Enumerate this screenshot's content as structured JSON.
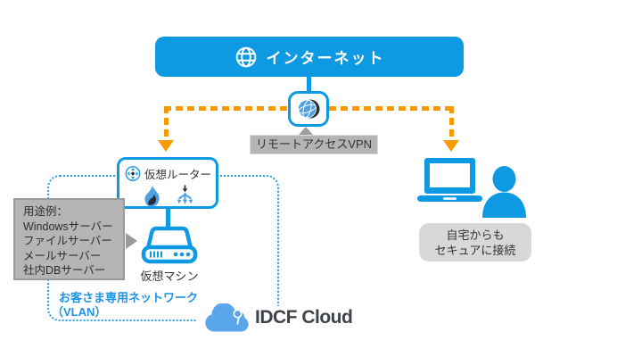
{
  "diagram": {
    "internet_label": "インターネット",
    "vpn_label": "リモートアクセスVPN",
    "router_label": "仮想ルーター",
    "vm_label": "仮想マシン",
    "usage": {
      "title": "用途例：",
      "item1": "Windowsサーバー",
      "item2": "ファイルサーバー",
      "item3": "メールサーバー",
      "item4": "社内DBサーバー"
    },
    "vlan_line1": "お客さま専用ネットワーク",
    "vlan_line2": "（VLAN）",
    "home_line1": "自宅からも",
    "home_line2": "セキュアに接続",
    "brand": "IDCF Cloud"
  },
  "colors": {
    "primary_blue": "#0e9ae3",
    "icon_blue": "#4da0e5",
    "orange": "#f59a00",
    "dotted_blue": "#2b9fe8",
    "gray_box": "#b5b5b5",
    "label_gray": "#b4b4b4",
    "bubble_gray": "#d8d8d8",
    "brand_text_color": "#3d4349"
  }
}
